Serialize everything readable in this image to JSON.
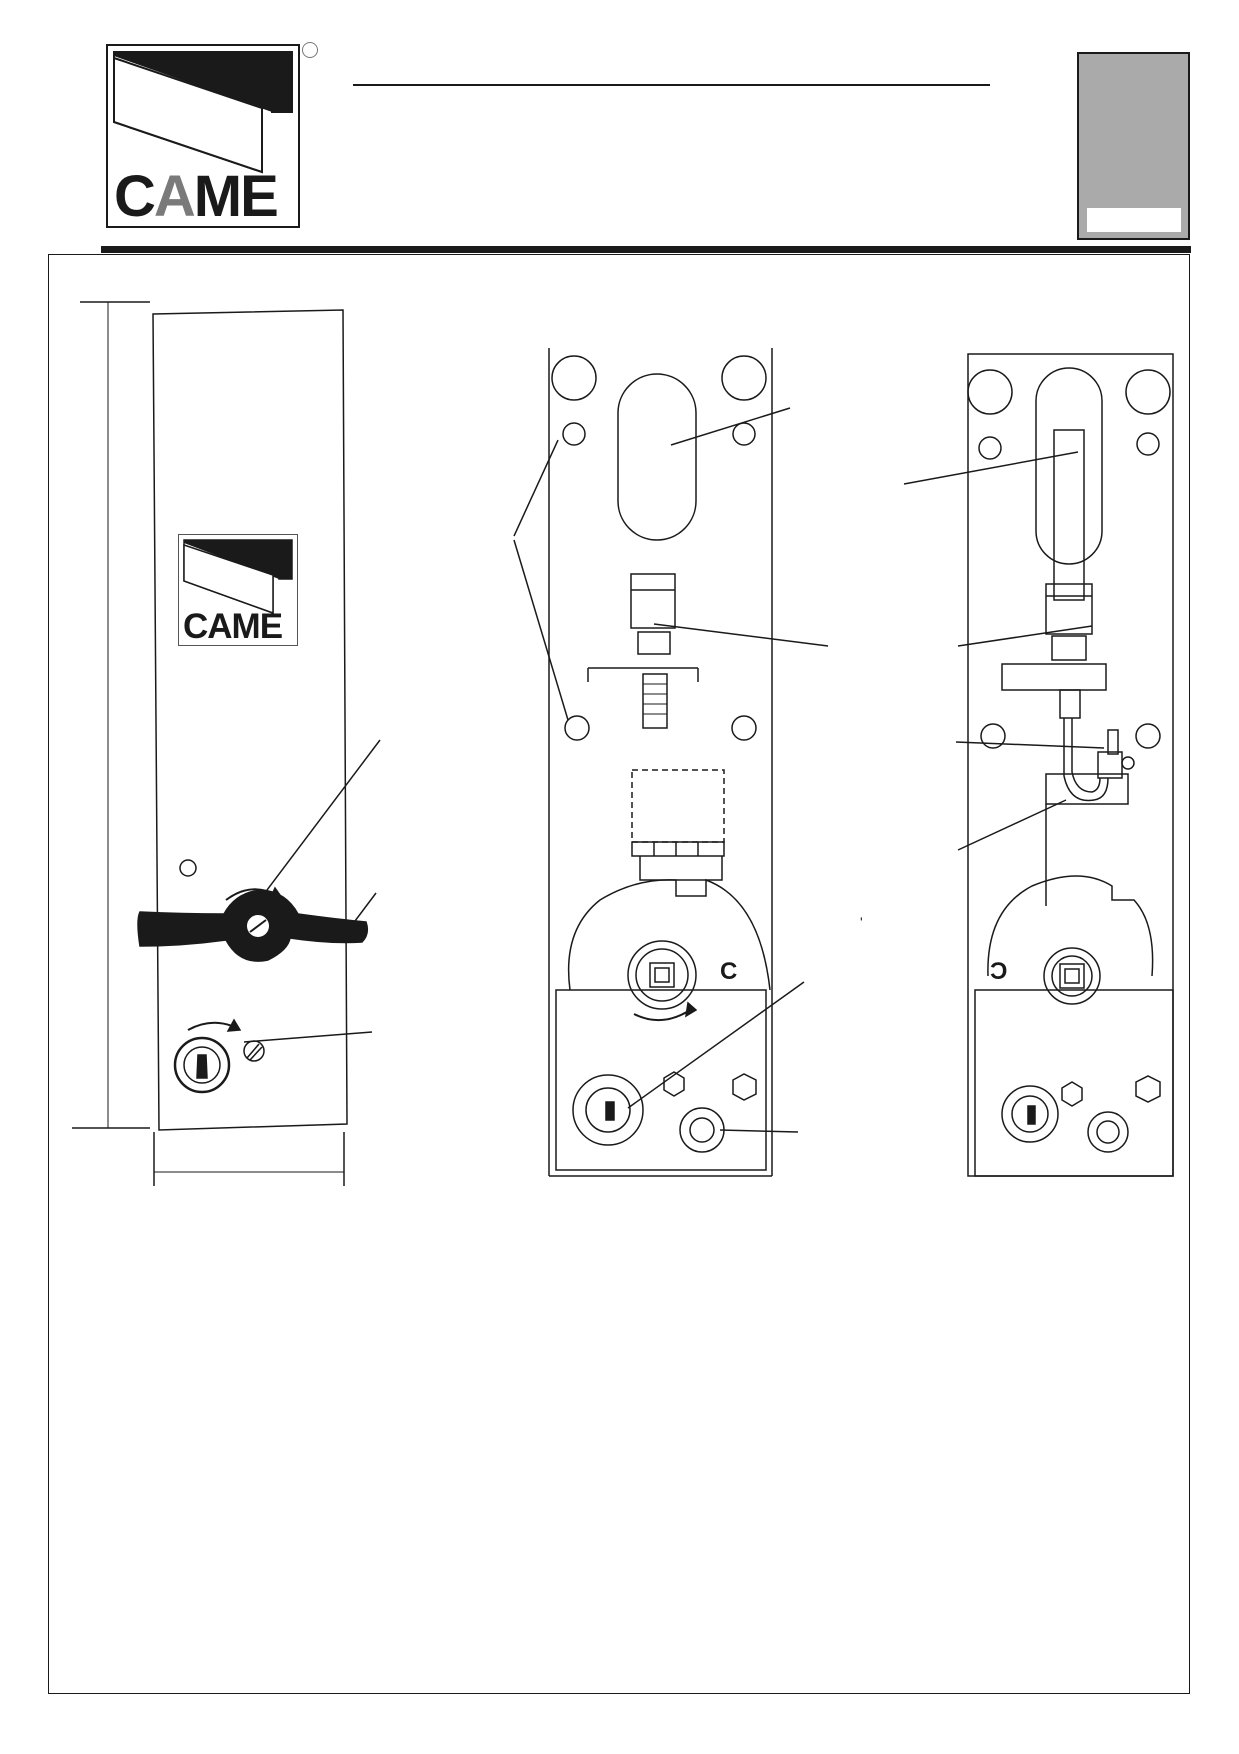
{
  "brand": {
    "name_part1": "C",
    "name_part2": "A",
    "name_part3": "ME",
    "registered_mark": "◯",
    "colors": {
      "dark": "#1a1a1a",
      "mid_gray": "#7a7a7a",
      "tab_gray": "#aaaaaa"
    }
  },
  "panel_logo": {
    "name_part1": "CAME"
  },
  "figure": {
    "closed_marker_left": "C",
    "closed_marker_right": "C",
    "tick_mark": "'"
  }
}
